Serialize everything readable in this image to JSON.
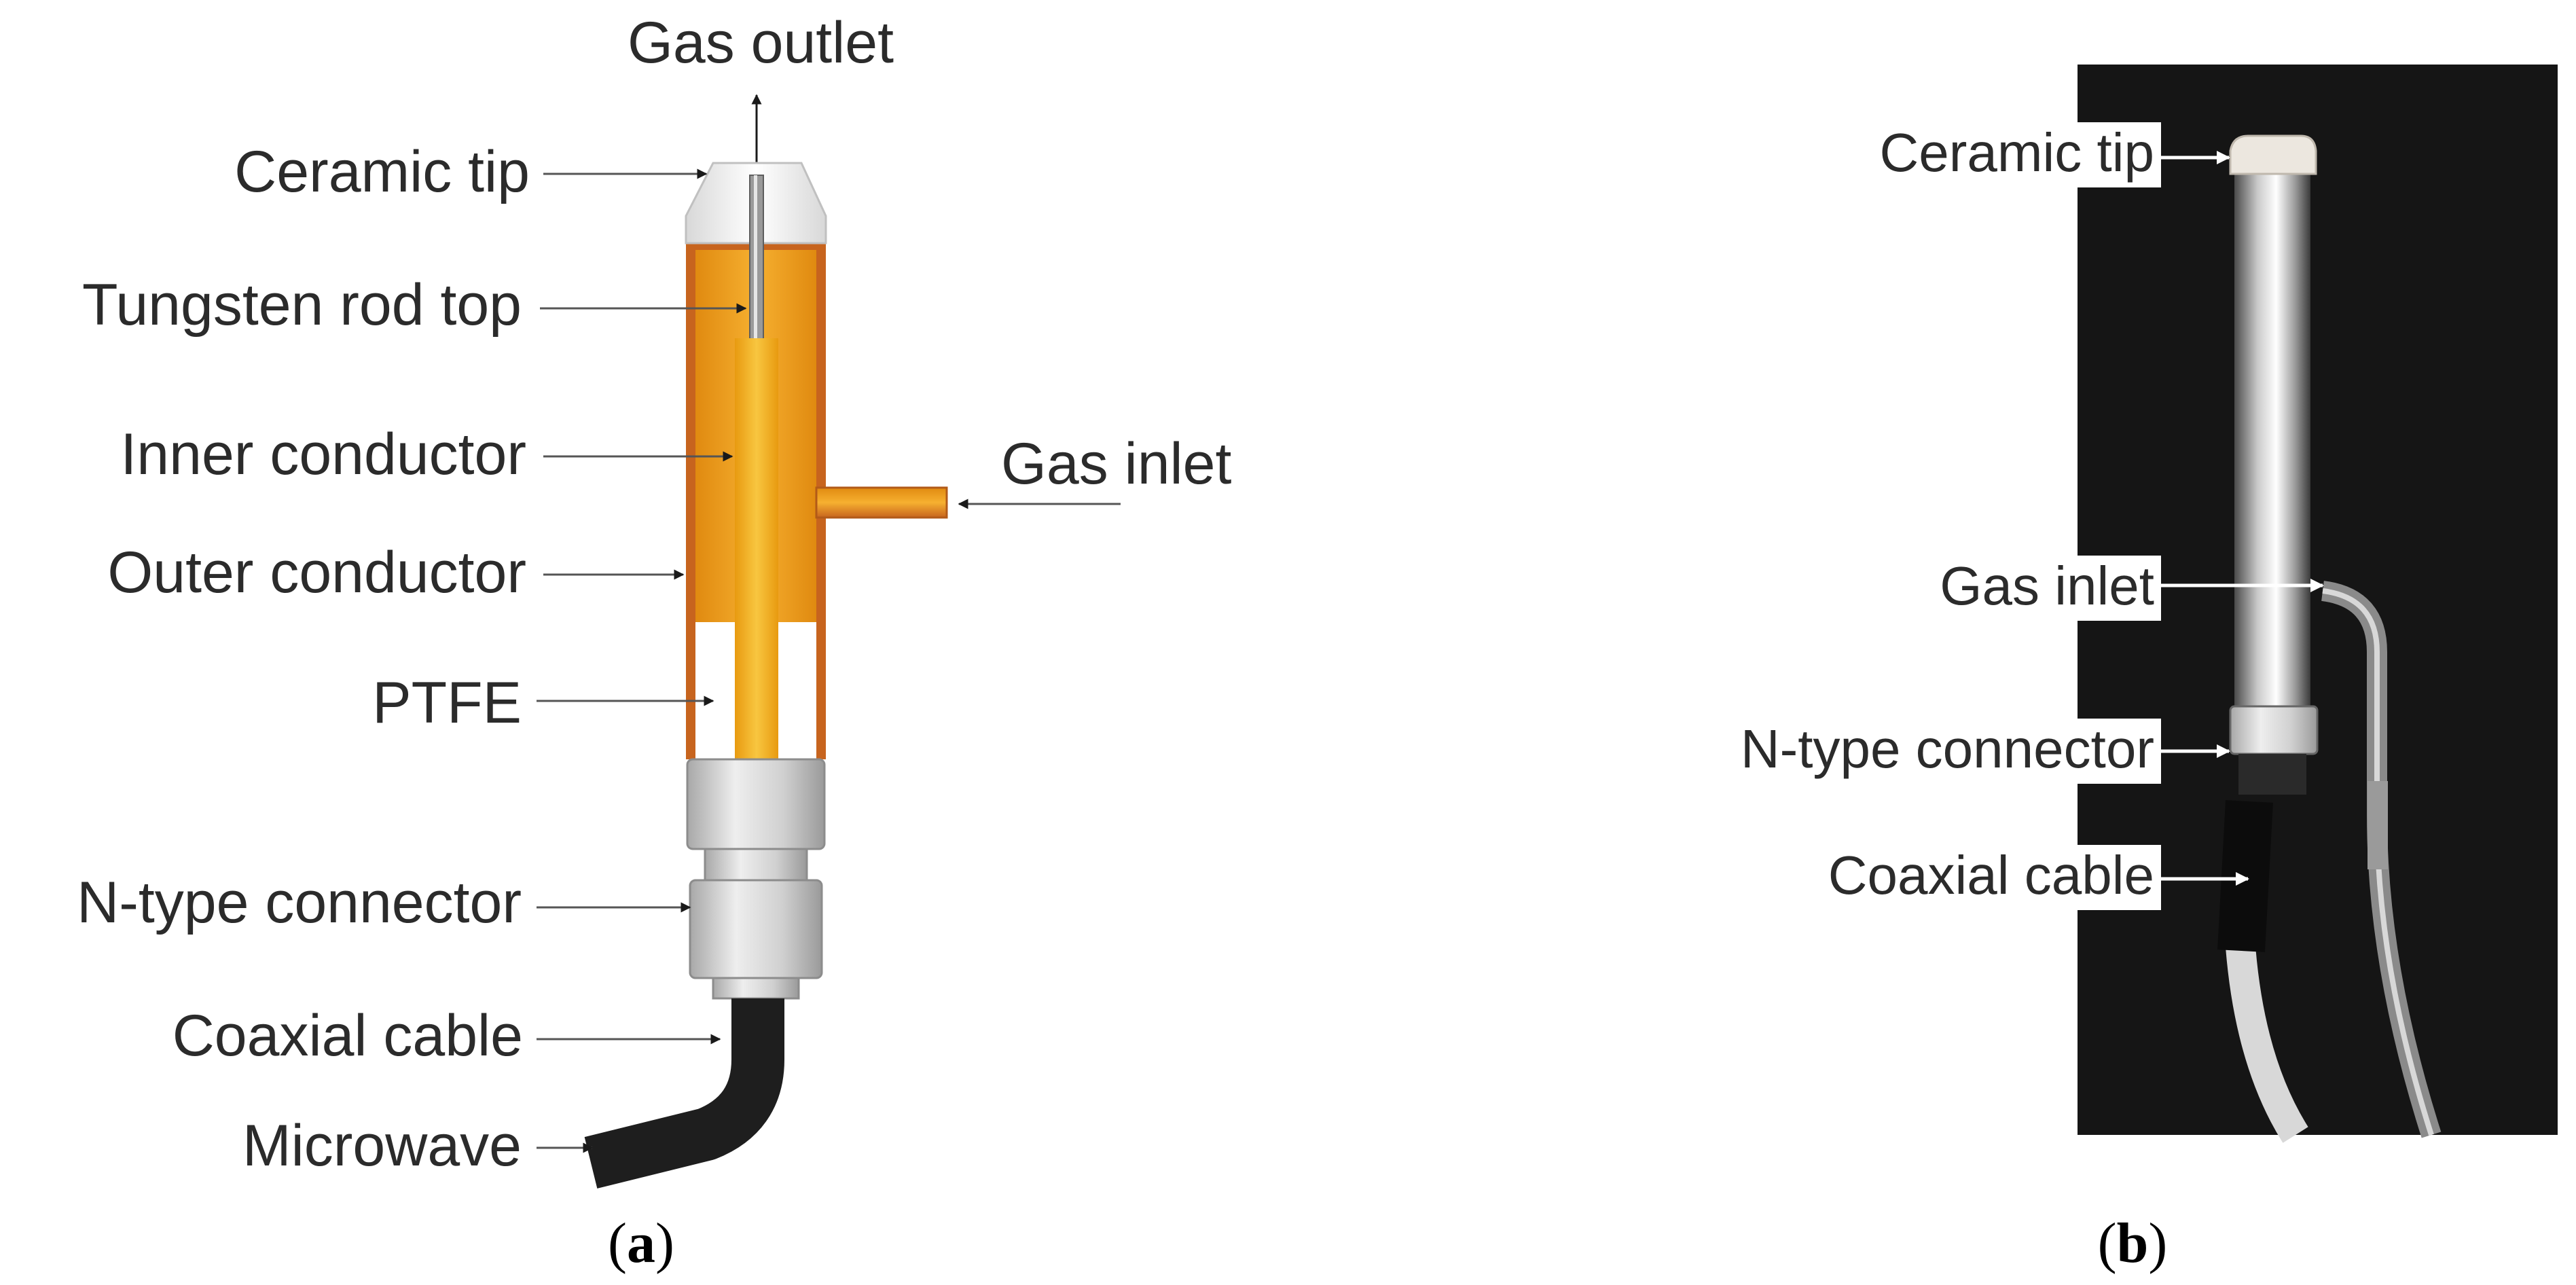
{
  "panel_a": {
    "labels": {
      "gas_outlet": "Gas outlet",
      "ceramic_tip": "Ceramic tip",
      "tungsten_rod_top": "Tungsten rod top",
      "inner_conductor": "Inner conductor",
      "outer_conductor": "Outer conductor",
      "ptfe": "PTFE",
      "n_type_connector": "N-type connector",
      "coaxial_cable": "Coaxial cable",
      "microwave": "Microwave",
      "gas_inlet": "Gas inlet"
    },
    "caption_open": "(",
    "caption_letter": "a",
    "caption_close": ")"
  },
  "panel_b": {
    "labels": {
      "ceramic_tip": "Ceramic tip",
      "gas_inlet": "Gas inlet",
      "n_type_connector": "N-type connector",
      "coaxial_cable": "Coaxial cable"
    },
    "caption_open": "(",
    "caption_letter": "b",
    "caption_close": ")"
  },
  "colors": {
    "copper": "#c7641e",
    "orange_fill": "#f0a020",
    "inner_conductor": "#f2b020",
    "connector_silver": "#c8c8c8",
    "cable_black": "#1e1e1e",
    "photo_background": "#151515"
  }
}
